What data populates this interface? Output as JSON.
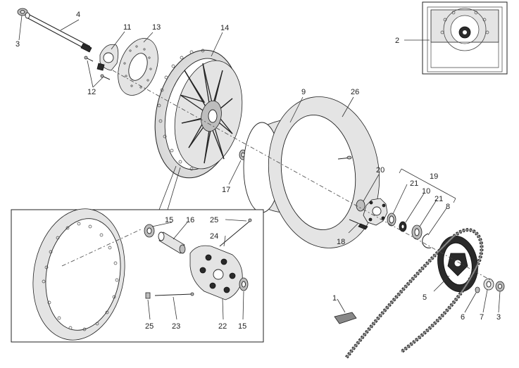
{
  "callouts": {
    "c1": "1",
    "c2": "2",
    "c3a": "3",
    "c3b": "3",
    "c4": "4",
    "c5": "5",
    "c6": "6",
    "c7": "7",
    "c8": "8",
    "c9": "9",
    "c10": "10",
    "c11": "11",
    "c12": "12",
    "c13": "13",
    "c14": "14",
    "c15a": "15",
    "c15b": "15",
    "c16": "16",
    "c17": "17",
    "c18": "18",
    "c19": "19",
    "c20": "20",
    "c21a": "21",
    "c21b": "21",
    "c22": "22",
    "c23": "23",
    "c24": "24",
    "c25a": "25",
    "c25b": "25",
    "c26": "26"
  }
}
